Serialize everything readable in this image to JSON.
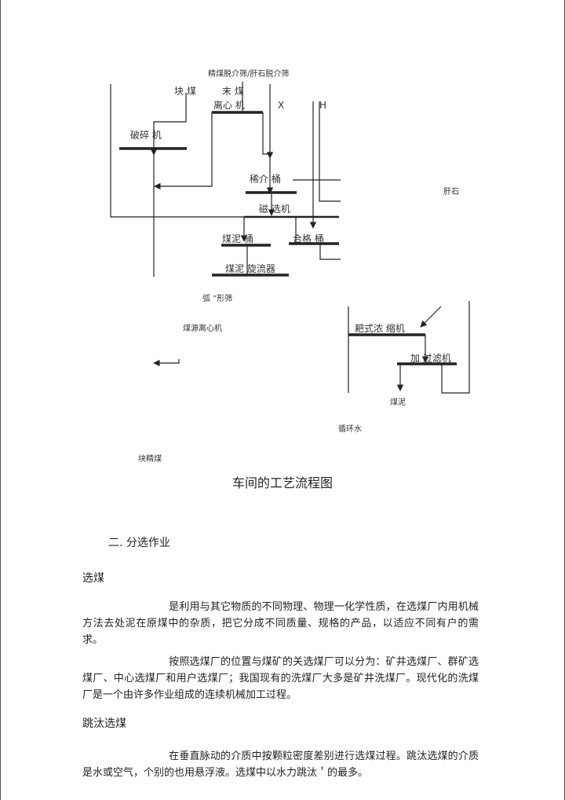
{
  "diagram": {
    "labels": {
      "top_screen": "精煤脱介筛/肝石脱介筛",
      "lump_coal": "块 煤",
      "fine_coal": "末  煤",
      "centrifuge": "离心  机",
      "mark_x": "X",
      "mark_h": "H",
      "crusher": "破碎 机",
      "dilute_tank": "稀介  桶",
      "gangue": "肝石",
      "magnetic_separator": "磁  选机",
      "slime_tank": "煤泥  桶",
      "qualified_tank": "合格  桶",
      "cyclone": "煤泥  旋流器",
      "arc_screen": "弧 “形筛",
      "slime_centrifuge": "煤源离心机",
      "thickener": "耙式浓  缩机",
      "filter": "加  过滤机",
      "coal_slime": "煤泥",
      "circulating_water": "循环水",
      "lump_clean_coal": "块精煤"
    },
    "caption": "车间的工艺流程图"
  },
  "section": {
    "heading": "二. 分选作业",
    "subheading_1": "选煤",
    "para_1": "是利用与其它物质的不同物理、物理一化学性质，在选煤厂内用机械方法去处泥在原煤中的杂质，把它分成不同质量、规格的产品，以适应不同有户的需求。",
    "para_2": "按照选煤厂的位置与煤矿的关选煤厂可以分为：矿井选煤厂、群矿选煤厂、中心选煤厂和用户选煤厂；我国现有的洗煤厂大多是矿井洗煤厂。现代化的洗煤厂是一个由许多作业组成的连续机械加工过程。",
    "subheading_2": "跳汰选煤",
    "para_3": "在垂直脉动的介质中按颗粒密度差别进行选煤过程。跳汰选煤的介质是水或空气，个别的也用悬浮液。选煤中以水力跳汰＇的最多。"
  }
}
